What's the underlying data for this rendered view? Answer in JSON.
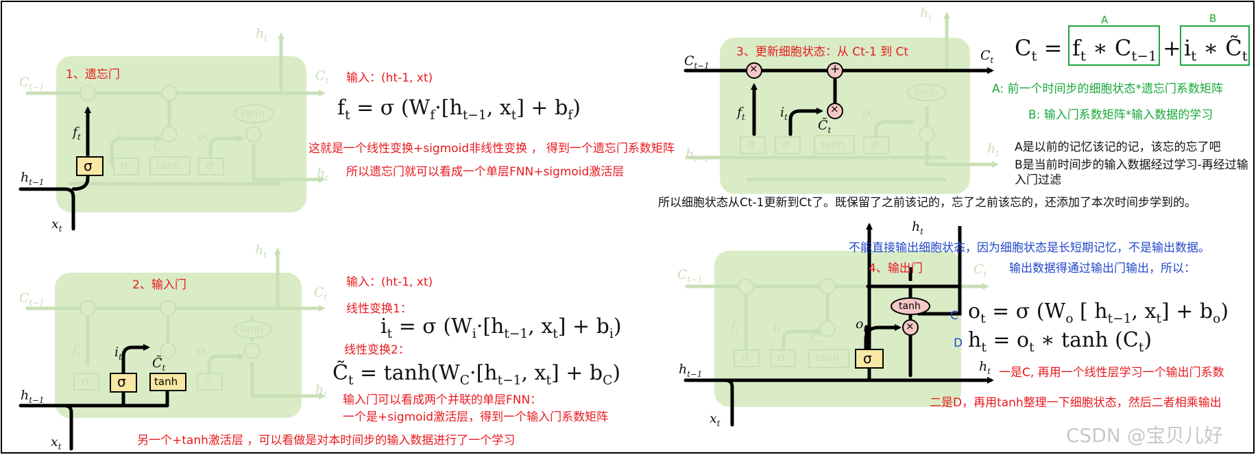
{
  "colors": {
    "cell_bg": "#d9ecc6",
    "sigma_box": "#f8e7a5",
    "op_circle": "#f6c6c6",
    "arrow": "#000000",
    "faded": "#c9dfb6",
    "red_text": "#e8191e",
    "green_text": "#17a83a",
    "blue_text": "#2348c9",
    "green_box": "#17a83a"
  },
  "p1": {
    "title": "1、遗忘门",
    "input": "输入：(ht-1, xt)",
    "eq": "f_t = σ (W_f·[h_{t−1}, x_t]  +  b_f)",
    "note1": "这就是一个线性变换+sigmoid非线性变换 ， 得到一个遗忘门系数矩阵",
    "note2": "所以遗忘门就可以看成一个单层FNN+sigmoid激活层",
    "lbl": {
      "h": "h_t",
      "c_out": "C_t",
      "c_in": "C_{t−1}",
      "h_in": "h_{t−1}",
      "x": "x_t",
      "f": "f_t",
      "i": "i_t",
      "o": "o_t",
      "ct": "C̃_t",
      "h_out": "h_t"
    },
    "gates": {
      "sigma": "σ",
      "tanh": "tanh",
      "x": "×",
      "plus": "+"
    }
  },
  "p2": {
    "title": "2、输入门",
    "input": "输入：(ht-1, xt)",
    "lt1": "线性变换1：",
    "eq1": "i_t = σ (W_i·[h_{t−1}, x_t]  +  b_i)",
    "lt2": "线性变换2：",
    "eq2": "C̃_t = tanh(W_C·[h_{t−1}, x_t]  +  b_C)",
    "note1": "输入门可以看成两个并联的单层FNN：",
    "note2": "一个是+sigmoid激活层，得到一个输入门系数矩阵",
    "note3": "另一个+tanh激活层 ，可以看做是对本时间步的输入数据进行了一个学习",
    "lbl": {
      "h": "h_t",
      "c_out": "C_t",
      "c_in": "C_{t−1}",
      "h_in": "h_{t−1}",
      "x": "x_t",
      "f": "f_t",
      "i": "i_t",
      "o": "o_t",
      "ct": "C̃_t",
      "h_out": "h_t"
    },
    "gates": {
      "sigma": "σ",
      "tanh": "tanh",
      "x": "×",
      "plus": "+"
    }
  },
  "p3": {
    "title": "3、更新细胞状态：从 Ct-1 到 Ct",
    "eq_lhs": "C_t =",
    "termA": "f_t ∗ C_{t−1}",
    "plus": "+",
    "termB": "i_t ∗ C̃_t",
    "labelA": "A",
    "labelB": "B",
    "noteA": "A:  前一个时间步的细胞状态*遗忘门系数矩阵",
    "noteB": "B:  输入门系数矩阵*输入数据的学习",
    "explain1": "A是以前的记忆该记的记，该忘的忘了吧",
    "explain2": "B是当前时间步的输入数据经过学习-再经过输入门过滤",
    "summary": "所以细胞状态从Ct-1更新到Ct了。既保留了之前该记的，忘了之前该忘的，还添加了本次时间步学到的。",
    "lbl": {
      "h": "h_t",
      "c_out": "C_t",
      "c_in": "C_{t−1}",
      "h_in": "h_{t−1}",
      "f": "f_t",
      "i": "i_t",
      "o": "o_t",
      "ct": "C̃_t",
      "h_out": "h_t"
    },
    "gates": {
      "sigma": "σ",
      "tanh": "tanh",
      "x": "×",
      "plus": "+"
    }
  },
  "p4": {
    "title": "4、输出门",
    "blue1": "不能直接输出细胞状态，因为细胞状态是长短期记忆，不是输出数据。",
    "blue2": "输出数据得通过输出门输出，所以：",
    "labelC": "C",
    "labelD": "D",
    "eqC": "o_t = σ (W_o [ h_{t−1}, x_t]  +  b_o)",
    "eqD": "h_t = o_t ∗ tanh (C_t)",
    "note1": "一是C, 再用一个线性层学习一个输出门系数",
    "note2": "二是D，再用tanh整理一下细胞状态，然后二者相乘输出",
    "watermark": "CSDN @宝贝儿好",
    "lbl": {
      "h": "h_t",
      "c_out": "C_t",
      "c_in": "C_{t−1}",
      "h_in": "h_{t−1}",
      "x": "x_t",
      "f": "f_t",
      "i": "i_t",
      "o": "o_t",
      "ct": "C̃_t",
      "h_out": "h_t"
    },
    "gates": {
      "sigma": "σ",
      "tanh": "tanh",
      "x": "×",
      "plus": "+"
    }
  }
}
